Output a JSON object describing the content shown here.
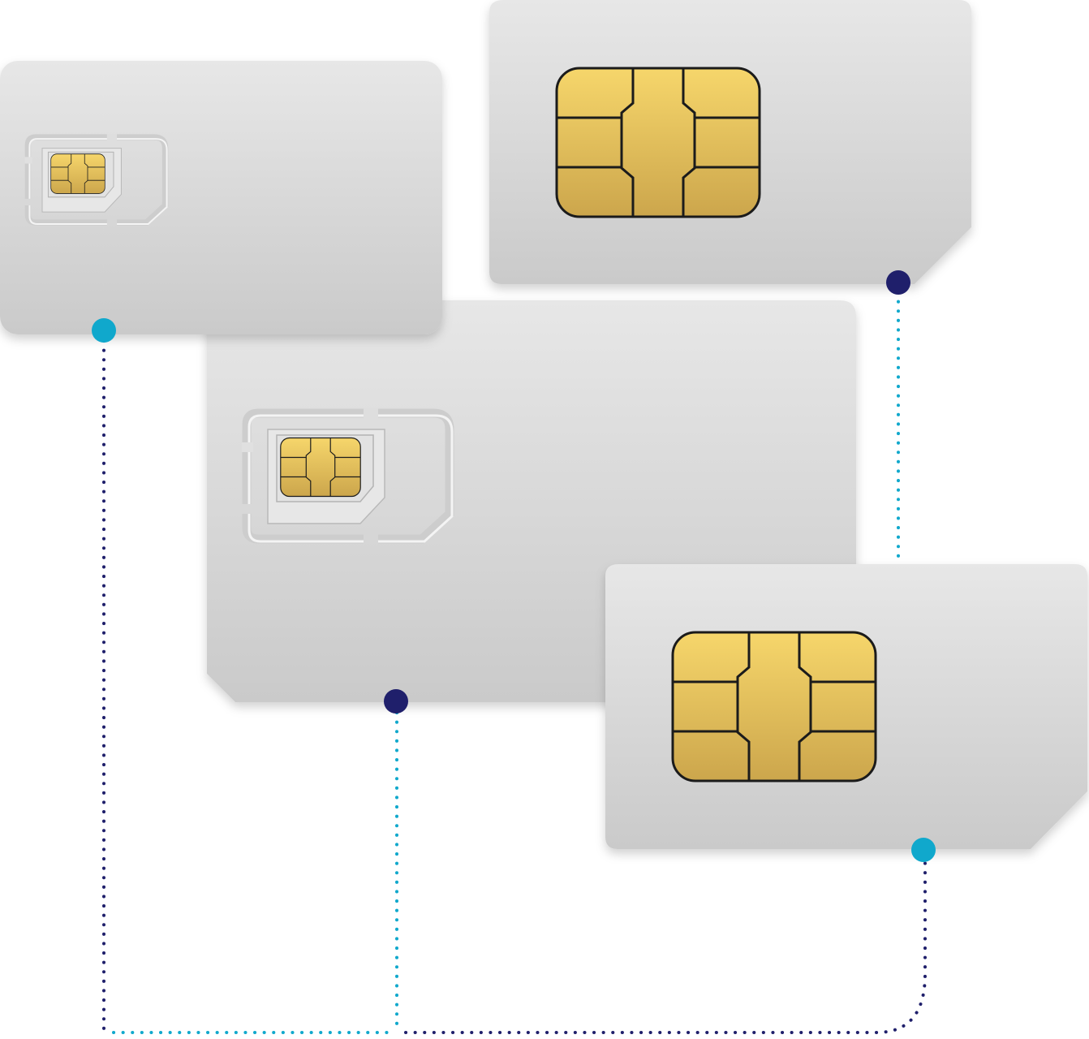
{
  "illustration": {
    "subject": "sim-cards",
    "cards": [
      {
        "name": "card-with-sim-holder-top-left",
        "chip": "small-in-holder"
      },
      {
        "name": "card-top-right",
        "chip": "large"
      },
      {
        "name": "card-with-sim-holder-center",
        "chip": "small-in-holder"
      },
      {
        "name": "card-bottom-right",
        "chip": "large"
      }
    ],
    "colors": {
      "card_top": "#e6e6e6",
      "card_bottom": "#cbcbcb",
      "chip_top": "#f6d66b",
      "chip_bottom": "#cda84d",
      "chip_outline": "#1b1b1b",
      "navy": "#1f1f6b",
      "cyan": "#10a8cc"
    }
  }
}
